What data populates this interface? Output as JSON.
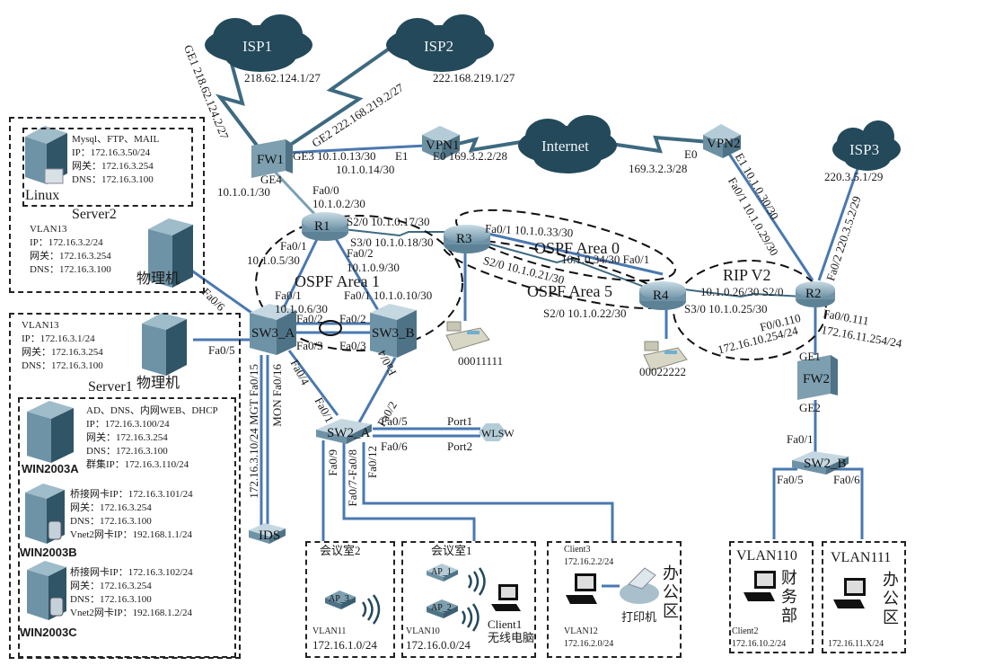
{
  "clouds": {
    "isp1": "ISP1",
    "isp2": "ISP2",
    "isp3": "ISP3",
    "internet": "Internet"
  },
  "devices": {
    "fw1": "FW1",
    "fw2": "FW2",
    "vpn1": "VPN1",
    "vpn2": "VPN2",
    "r1": "R1",
    "r2": "R2",
    "r3": "R3",
    "r4": "R4",
    "sw3a": "SW3_A",
    "sw3b": "SW3_B",
    "sw2a": "SW2_A",
    "sw2b": "SW2_B",
    "ids": "IDS",
    "wlsw": "WLSW",
    "ap1": "AP_1",
    "ap2": "AP_2",
    "ap3": "AP_3"
  },
  "links": {
    "isp1_ip": "218.62.124.1/27",
    "fw1_ge1": "GE1 218.62.124.2/27",
    "isp2_ip": "222.168.219.1/27",
    "fw1_ge2": "GE2 222.168.219.2/27",
    "fw1_ge3": "GE3 10.1.0.13/30",
    "vpn1_e1_port": "E1",
    "vpn1_e1_ip": "10.1.0.14/30",
    "vpn1_e0": "E0 169.3.2.2/28",
    "vpn2_e0_port": "E0",
    "vpn2_e0_ip": "169.3.2.3/28",
    "vpn2_e1": "E1 10.1.0.30/30",
    "r2_fa01": "Fa0/1 10.1.0.29/30",
    "isp3_ip": "220.3.5.1/29",
    "r2_fa02": "Fa0/2 220.3.5.2/29",
    "fw1_ge4_port": "GE4",
    "fw1_ge4_ip": "10.1.0.1/30",
    "r1_fa00_port": "Fa0/0",
    "r1_fa00_ip": "10.1.0.2/30",
    "r1_s20": "S2/0 10.1.0.17/30",
    "r3_s30": "S3/0 10.1.0.18/30",
    "r1_fa01_port": "Fa0/1",
    "r1_fa01_ip": "10.1.0.5/30",
    "r1_fa02_port": "Fa0/2",
    "r1_fa02_ip": "10.1.0.9/30",
    "sw3a_fa01_port": "Fa0/1",
    "sw3a_fa01_ip": "10.1.0.6/30",
    "sw3b_fa01": "Fa0/1 10.1.0.10/30",
    "sw3a_fa02": "Fa0/2",
    "sw3b_fa02": "Fa0/2",
    "sw3a_fa03": "Fa0/3",
    "sw3b_fa03": "Fa0/3",
    "r3_fa01": "Fa0/1 10.1.0.33/30",
    "r4_fa01": "10.1.0.34/30 Fa0/1",
    "r3_s20": "S2/0 10.1.0.21/30",
    "r4_s20": "S2/0 10.1.0.22/30",
    "r4_s30": "S3/0 10.1.0.25/30",
    "r2_s20": "10.1.0.26/30 S2/0",
    "r2_f0110_port": "F0/0.110",
    "r2_f0110_ip": "172.16.10.254/24",
    "r2_fa0111_port": "Fa0/0.111",
    "r2_fa0111_ip": "172.16.11.254/24",
    "fw2_ge1": "GE1",
    "fw2_ge2": "GE2",
    "sw2b_fa01": "Fa0/1",
    "sw2b_fa05": "Fa0/5",
    "sw2b_fa06": "Fa0/6",
    "sw3a_fa06": "Fa0/6",
    "sw3a_fa05": "Fa0/5",
    "sw3a_fa04": "Fa0/4",
    "sw3b_fa04": "Fa0/4",
    "sw2a_fa01": "Fa0/1",
    "sw2a_fa02": "Fa0/2",
    "sw2a_fa05": "Fa0/5",
    "sw2a_fa06": "Fa0/6",
    "wlsw_port1": "Port1",
    "wlsw_port2": "Port2",
    "sw2a_fa09": "Fa0/9",
    "sw2a_fa078": "Fa0/7-Fa0/8",
    "sw2a_fa012": "Fa0/12",
    "ids_mgt": "172.16.3.10/24 MGT Fa0/15",
    "ids_mon": "MON Fa0/16"
  },
  "areas": {
    "ospf1": "OSPF Area 1",
    "ospf0": "OSPF Area 0",
    "ospf5": "OSPF Area 5",
    "rip": "RIP V2"
  },
  "phones": {
    "phone1": "00011111",
    "phone2": "00022222"
  },
  "server2": {
    "title": "Server2",
    "linux": {
      "name": "Linux",
      "lines": [
        "Mysql、FTP、MAIL",
        "IP：172.16.3.50/24",
        "网关：172.16.3.254",
        "DNS：172.16.3.100"
      ]
    },
    "host": {
      "lines": [
        "VLAN13",
        "IP：172.16.3.2/24",
        "网关：172.16.3.254",
        "DNS：172.16.3.100"
      ],
      "label": "物理机"
    }
  },
  "server1": {
    "title": "Server1",
    "host": {
      "lines": [
        "VLAN13",
        "IP：172.16.3.1/24",
        "网关：172.16.3.254",
        "DNS：172.16.3.100"
      ],
      "label": "物理机"
    },
    "win2003a": {
      "name": "WIN2003A",
      "lines": [
        "AD、DNS、内网WEB、DHCP",
        "IP：172.16.3.100/24",
        "网关：172.16.3.254",
        "DNS：172.16.3.100",
        "群集IP：172.16.3.110/24"
      ]
    },
    "win2003b": {
      "name": "WIN2003B",
      "lines": [
        "桥接网卡IP：172.16.3.101/24",
        "网关：172.16.3.254",
        "DNS：172.16.3.100",
        "Vnet2网卡IP：192.168.1.1/24"
      ]
    },
    "win2003c": {
      "name": "WIN2003C",
      "lines": [
        "桥接网卡IP：172.16.3.102/24",
        "网关：172.16.3.254",
        "DNS：172.16.3.100",
        "Vnet2网卡IP：192.168.1.2/24"
      ]
    }
  },
  "rooms": {
    "meeting2": {
      "title": "会议室2",
      "vlan": "VLAN11",
      "subnet": "172.16.1.0/24"
    },
    "meeting1": {
      "title": "会议室1",
      "vlan": "VLAN10",
      "subnet": "172.16.0.0/24",
      "client": "Client1",
      "client_desc": "无线电脑"
    },
    "office12": {
      "client": "Client3",
      "client_ip": "172.16.2.2/24",
      "printer": "打印机",
      "title": "办公区",
      "vlan": "VLAN12",
      "subnet": "172.16.2.0/24"
    },
    "finance": {
      "vlan": "VLAN110",
      "title": "财务部",
      "client": "Client2",
      "client_ip": "172.16.10.2/24"
    },
    "office111": {
      "vlan": "VLAN111",
      "title": "办公区",
      "subnet": "172.16.11.X/24"
    }
  },
  "colors": {
    "cloud": "#23495a",
    "link": "#4a78b0",
    "serial": "#3e6a80",
    "device": "#7fa3b5"
  }
}
